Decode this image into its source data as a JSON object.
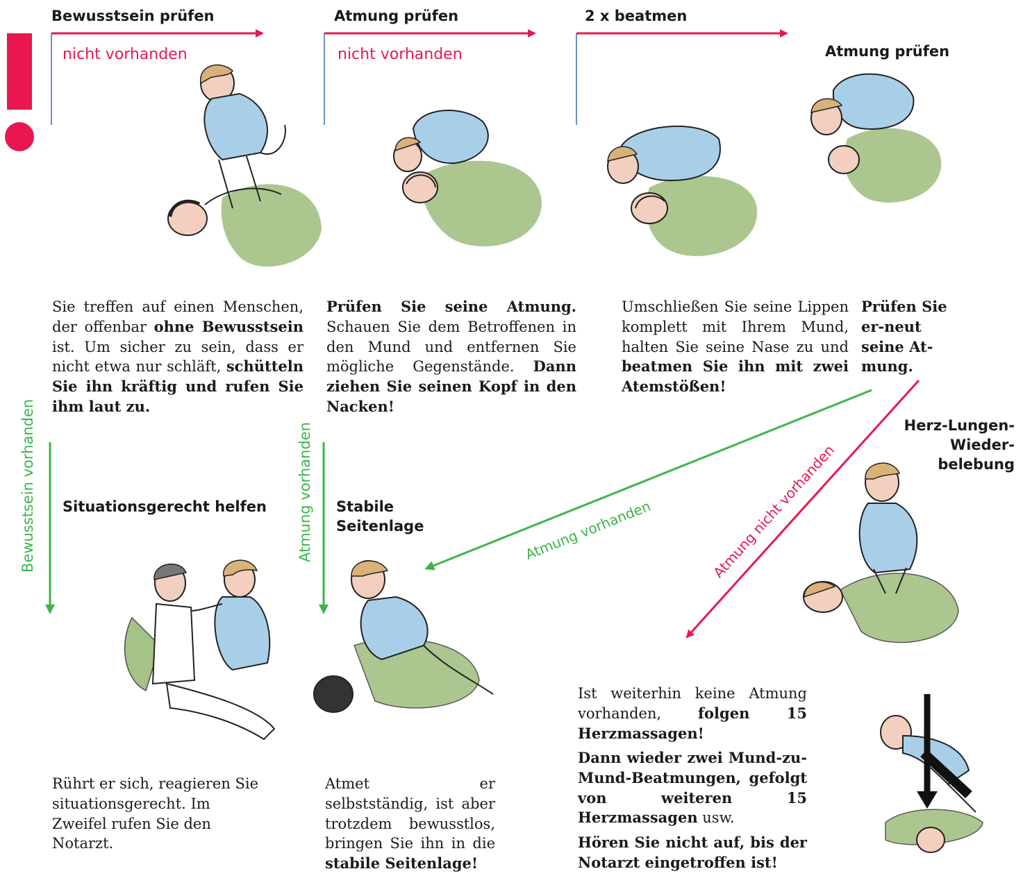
{
  "colors": {
    "accent": "#e8174f",
    "green": "#3bb54a",
    "blue_line": "#3a6fb0",
    "shirt": "#a9cfe8",
    "blanket": "#8fb36a",
    "skin": "#f3cfc0",
    "hair": "#d9b27a"
  },
  "steps": [
    {
      "title": "Bewusstsein prüfen",
      "flow_label": "nicht vorhanden"
    },
    {
      "title": "Atmung prüfen",
      "flow_label": "nicht vorhanden"
    },
    {
      "title": "2 x beatmen"
    },
    {
      "title": "Atmung prüfen"
    }
  ],
  "texts": {
    "t1": [
      "Sie treffen auf einen Menschen, der offenbar ",
      "ohne Bewusstsein",
      " ist. Um sicher zu sein, dass er nicht etwa nur schläft, ",
      "schütteln Sie ihn kräftig und rufen Sie ihm laut zu."
    ],
    "t2": [
      "Prüfen Sie seine Atmung.",
      " Schauen Sie dem Betroffenen in den Mund und entfernen Sie mögliche Gegenstände. ",
      "Dann ziehen Sie seinen Kopf in den Nacken!"
    ],
    "t3": [
      "Umschließen Sie seine Lippen komplett mit Ihrem Mund, halten Sie seine Nase zu und ",
      "beatmen Sie ihn mit zwei Atemstößen!"
    ],
    "t4": [
      "Prüfen Sie er-neut seine At-mung."
    ],
    "t5": "Rührt er sich, reagieren Sie situationsgerecht. Im Zweifel rufen Sie den Notarzt.",
    "t6": [
      "Atmet er selbstständig, ist aber trotzdem bewusstlos, bringen Sie ihn in die ",
      "stabile Seitenlage!"
    ],
    "t7a": [
      "Ist weiterhin keine Atmung vorhanden, ",
      "folgen 15 Herzmassagen!"
    ],
    "t7b": [
      "Dann wieder zwei Mund-zu-Mund-Beatmungen, gefolgt von weiteren 15 Herzmassagen",
      " usw."
    ],
    "t7c": "Hören Sie nicht auf, bis der Notarzt eingetroffen ist!"
  },
  "branches": {
    "bewusstsein_vorhanden": "Bewusstsein vorhanden",
    "atmung_vorhanden_v": "Atmung vorhanden",
    "atmung_vorhanden_diag": "Atmung vorhanden",
    "atmung_nicht_vorhanden": "Atmung nicht vorhanden"
  },
  "outcomes": {
    "situation": "Situationsgerecht helfen",
    "stabil_1": "Stabile",
    "stabil_2": "Seitenlage",
    "hlw_1": "Herz-Lungen-",
    "hlw_2": "Wieder-",
    "hlw_3": "belebung"
  }
}
